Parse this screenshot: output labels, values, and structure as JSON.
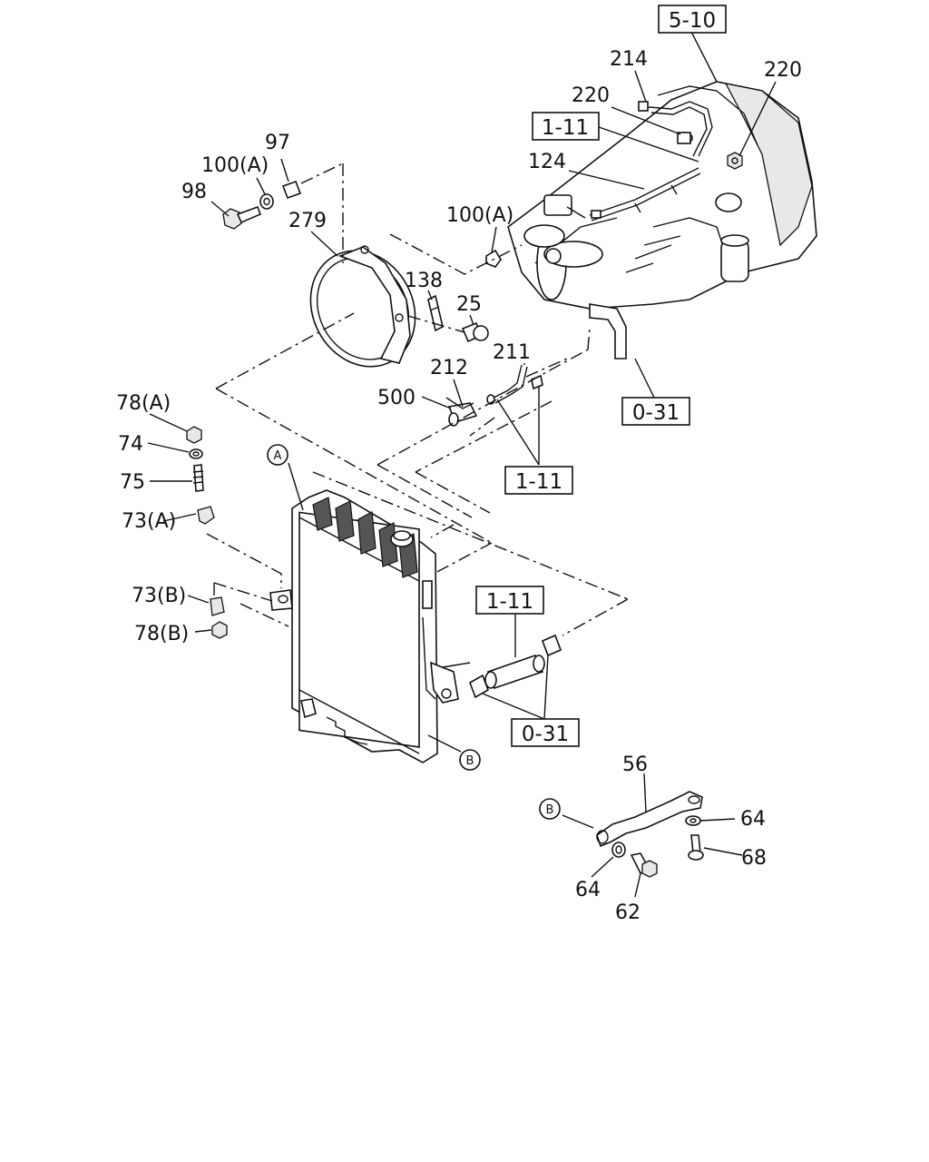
{
  "part_labels": {
    "p214": "214",
    "p220_right": "220",
    "p220_left": "220",
    "p124": "124",
    "p97": "97",
    "p100a_top": "100(A)",
    "p98": "98",
    "p279": "279",
    "p100a_mid": "100(A)",
    "p138": "138",
    "p25": "25",
    "p211": "211",
    "p212": "212",
    "p500": "500",
    "p78a": "78(A)",
    "p74": "74",
    "p75": "75",
    "p73a": "73(A)",
    "p73b": "73(B)",
    "p78b": "78(B)",
    "p56": "56",
    "p64_right": "64",
    "p68": "68",
    "p64_left": "64",
    "p62": "62"
  },
  "reference_boxes": {
    "r5_10": "5-10",
    "r1_11_top": "1-11",
    "r0_31_top": "0-31",
    "r1_11_mid": "1-11",
    "r1_11_low": "1-11",
    "r0_31_low": "0-31"
  },
  "callouts": {
    "a_top": "A",
    "b_radiator": "B",
    "b_bracket": "B"
  }
}
